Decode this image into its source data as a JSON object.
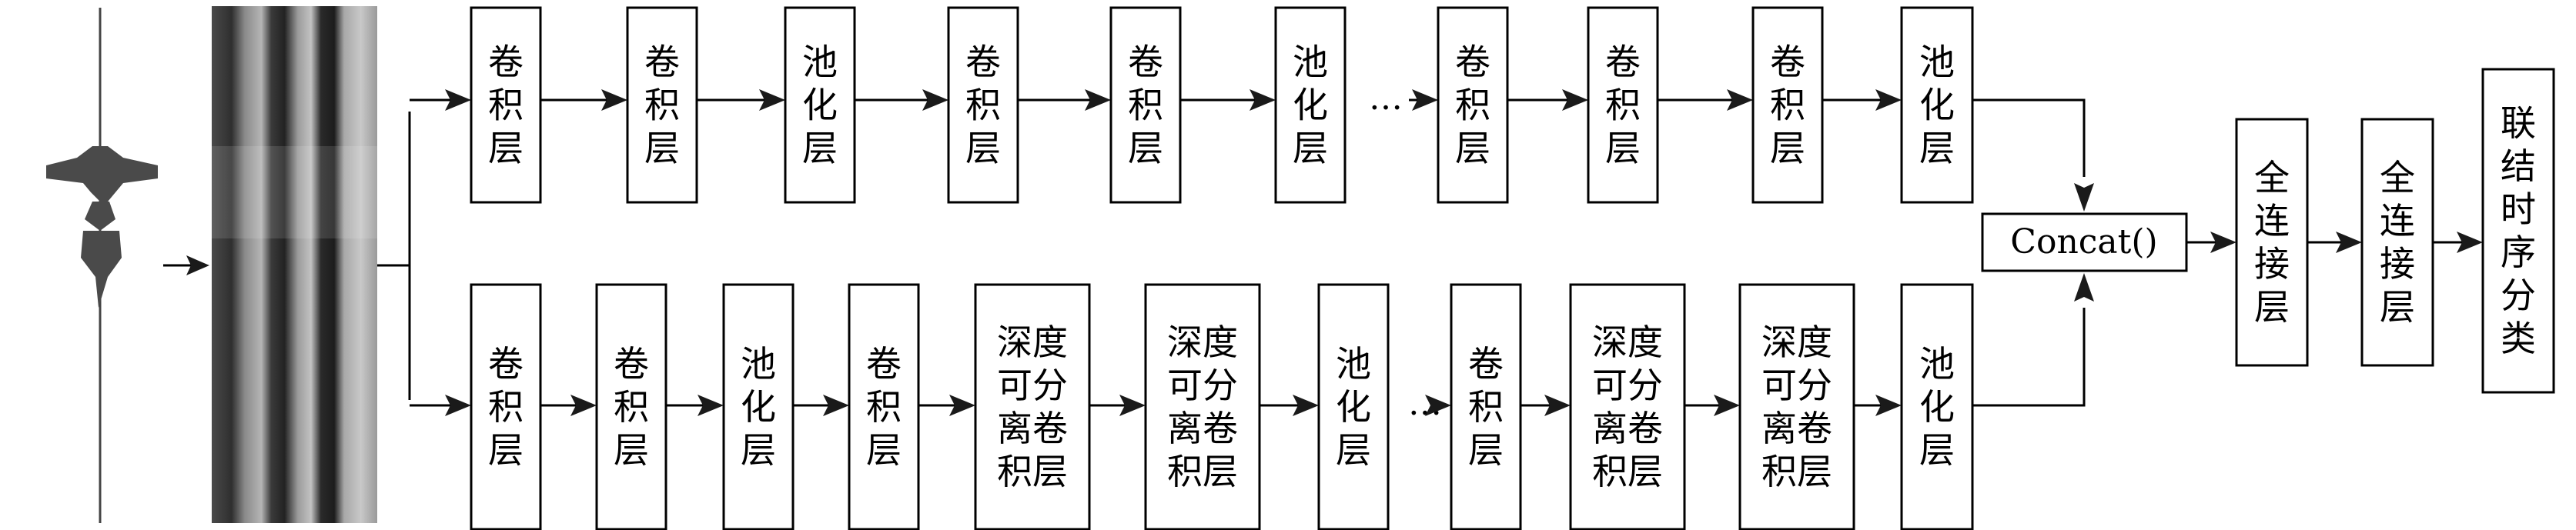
{
  "colors": {
    "stroke": "#000000",
    "arrow": "#1a1a1a",
    "background": "#ffffff"
  },
  "top_branch": [
    "卷积层",
    "卷积层",
    "池化层",
    "卷积层",
    "卷积层",
    "池化层",
    "…",
    "卷积层",
    "卷积层",
    "卷积层",
    "池化层"
  ],
  "bottom_branch": [
    "卷积层",
    "卷积层",
    "池化层",
    "卷积层",
    "深度可分离卷积层",
    "深度可分离卷积层",
    "池化层",
    "…",
    "卷积层",
    "深度可分离卷积层",
    "深度可分离卷积层",
    "池化层"
  ],
  "merge": {
    "concat": "Concat()"
  },
  "head": [
    "全连接层",
    "全连接层",
    "联结时序分类"
  ],
  "input": {
    "waveform": "speech-waveform-icon",
    "spectrogram": "spectrogram-image"
  }
}
